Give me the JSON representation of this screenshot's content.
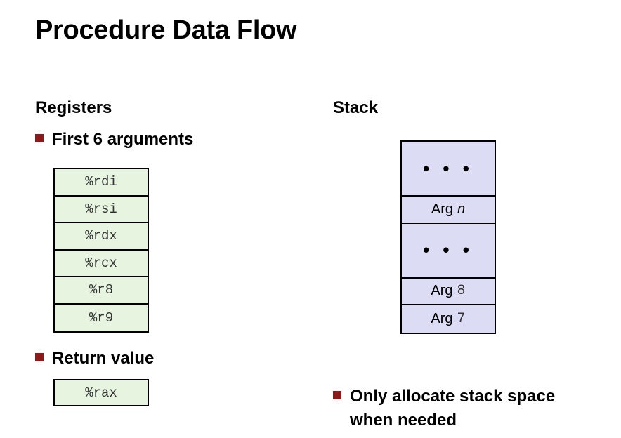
{
  "title": "Procedure Data Flow",
  "registers": {
    "heading": "Registers",
    "args_bullet": "First 6 arguments",
    "arg_registers": [
      "%rdi",
      "%rsi",
      "%rdx",
      "%rcx",
      "%r8",
      "%r9"
    ],
    "return_bullet": "Return value",
    "return_register": "%rax"
  },
  "stack": {
    "heading": "Stack",
    "cells": [
      {
        "label": "• • •"
      },
      {
        "prefix": "Arg",
        "suffix": "n"
      },
      {
        "label": "• • •"
      },
      {
        "prefix": "Arg",
        "suffix": "8"
      },
      {
        "prefix": "Arg",
        "suffix": "7"
      }
    ],
    "note_line1": "Only allocate stack space",
    "note_line2": "when needed"
  },
  "colors": {
    "register_fill": "#e6f4e0",
    "stack_fill": "#dcdcf4",
    "bullet": "#8b1a1a"
  }
}
